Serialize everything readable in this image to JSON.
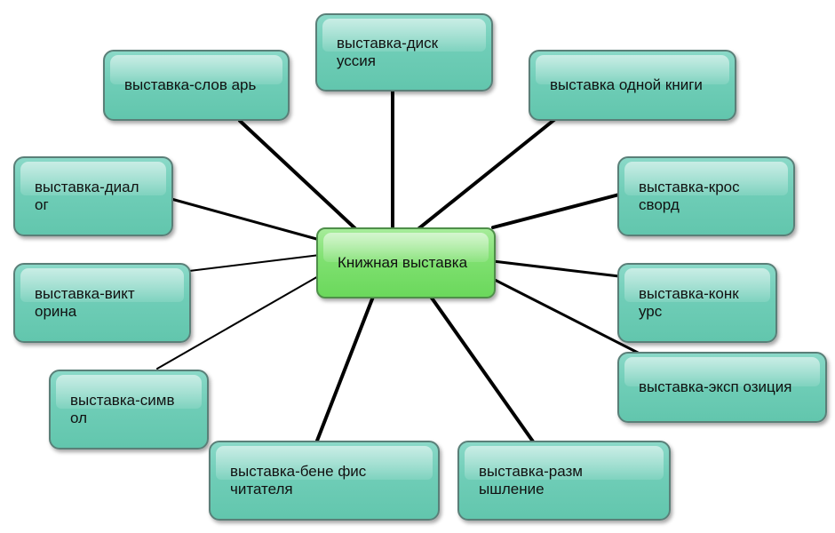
{
  "diagram": {
    "center": {
      "label": "Книжная выставка",
      "color": "#7fe070"
    },
    "leaf_color": "#6fcdb7",
    "nodes": [
      {
        "id": "slovar",
        "label": "выставка-слов арь"
      },
      {
        "id": "diskussiya",
        "label": "выставка-диск\nуссия"
      },
      {
        "id": "odna-kniga",
        "label": "выставка одной книги"
      },
      {
        "id": "dialog",
        "label": "выставка-диал\nог"
      },
      {
        "id": "krossvord",
        "label": "выставка-крос\nсворд"
      },
      {
        "id": "viktorina",
        "label": "выставка-викт\nорина"
      },
      {
        "id": "konkurs",
        "label": "выставка-конк\nурс"
      },
      {
        "id": "ekspoziciya",
        "label": "выставка-эксп озиция"
      },
      {
        "id": "simvol",
        "label": "выставка-симв\nол"
      },
      {
        "id": "benefis",
        "label": "выставка-бене фис\nчитателя"
      },
      {
        "id": "razmyshlenie",
        "label": "выставка-разм\nышление"
      }
    ]
  }
}
